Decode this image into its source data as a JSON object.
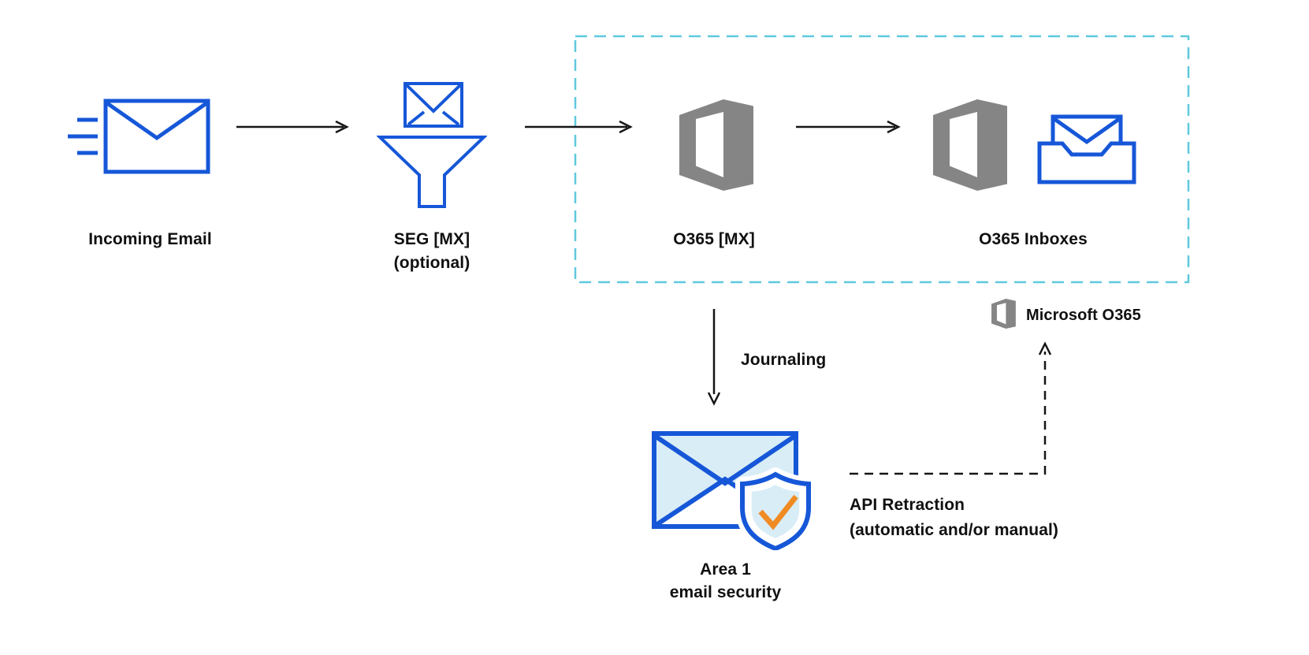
{
  "colors": {
    "icon_blue": "#1657D8",
    "box_cyan": "#5FC9DE",
    "office_gray": "#858585",
    "check_orange": "#F08B24",
    "envelope_fill": "#D9EDF7",
    "arrow_black": "#161616",
    "text_color": "#101010",
    "background": "#FFFFFF"
  },
  "nodes": {
    "incoming_email": {
      "label": "Incoming Email"
    },
    "seg": {
      "label": "SEG [MX]",
      "sublabel": "(optional)"
    },
    "o365_mx": {
      "label": "O365 [MX]"
    },
    "o365_inboxes": {
      "label": "O365 Inboxes"
    },
    "area1": {
      "label": "Area 1",
      "sublabel": "email security"
    }
  },
  "edges": {
    "journaling": {
      "label": "Journaling"
    },
    "api_retraction": {
      "label": "API Retraction",
      "sublabel": "(automatic and/or manual)"
    }
  },
  "legend": {
    "label": "Microsoft O365"
  }
}
